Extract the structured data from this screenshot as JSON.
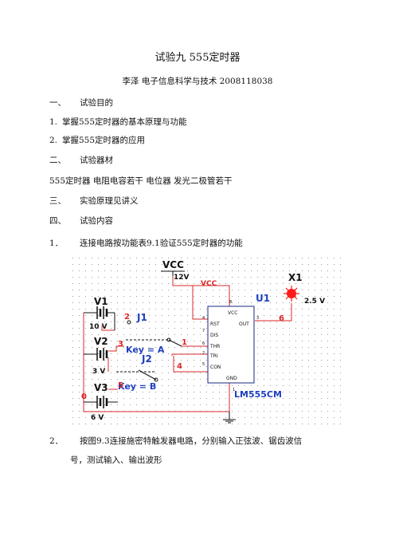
{
  "document": {
    "title": "试验九  555定时器",
    "author_line": "李泽  电子信息科学与技术  2008118038",
    "sections": [
      {
        "num": "一、",
        "text": "试验目的"
      },
      {
        "num": "二、",
        "text": "试验器材"
      },
      {
        "num": "三、",
        "text": "实验原理见讲义"
      },
      {
        "num": "四、",
        "text": "试验内容"
      }
    ],
    "purpose_items": [
      {
        "num": "1.",
        "text": "掌握555定时器的基本原理与功能"
      },
      {
        "num": "2.",
        "text": "掌握555定时器的应用"
      }
    ],
    "equipment_text": "555定时器  电阻电容若干  电位器  发光二极管若干",
    "content_items": [
      {
        "num": "1．",
        "text": "连接电路按功能表9.1验证555定时器的功能"
      },
      {
        "num": "2．",
        "text": "按图9.3连接施密特触发器电路，分别输入正弦波、锯齿波信",
        "continuation": "号，测试输入、输出波形"
      }
    ]
  },
  "schematic": {
    "vcc_label": "VCC",
    "supply_voltage": "12V",
    "vcc_net": "VCC",
    "x1_label": "X1",
    "x1_voltage": "2.5 V",
    "u1_label": "U1",
    "chip_part": "LM555CM",
    "chip_pins": {
      "vcc": "VCC",
      "rst": "RST",
      "out": "OUT",
      "dis": "DIS",
      "thr": "THR",
      "tri": "TRI",
      "con": "CON",
      "gnd": "GND",
      "p8": "8",
      "p4": "4",
      "p3": "3",
      "p7": "7",
      "p6": "6",
      "p2": "2",
      "p5": "5",
      "p1": "1"
    },
    "sources": [
      {
        "name": "V1",
        "value": "10 V"
      },
      {
        "name": "V2",
        "value": "3 V"
      },
      {
        "name": "V3",
        "value": "6 V"
      }
    ],
    "switches": [
      {
        "name": "J1"
      },
      {
        "name": "J2",
        "key_a": "Key = A",
        "key_b": "Key = B"
      }
    ],
    "net_numbers": {
      "n0": "0",
      "n1": "1",
      "n2": "2",
      "n3": "3",
      "n4": "4",
      "n5": "5",
      "n6": "6"
    },
    "colors": {
      "wire": "#d92a2a",
      "label_blue": "#2040c0",
      "led": "#ff1a1a",
      "grid_dot": "#9a9a9a"
    }
  }
}
